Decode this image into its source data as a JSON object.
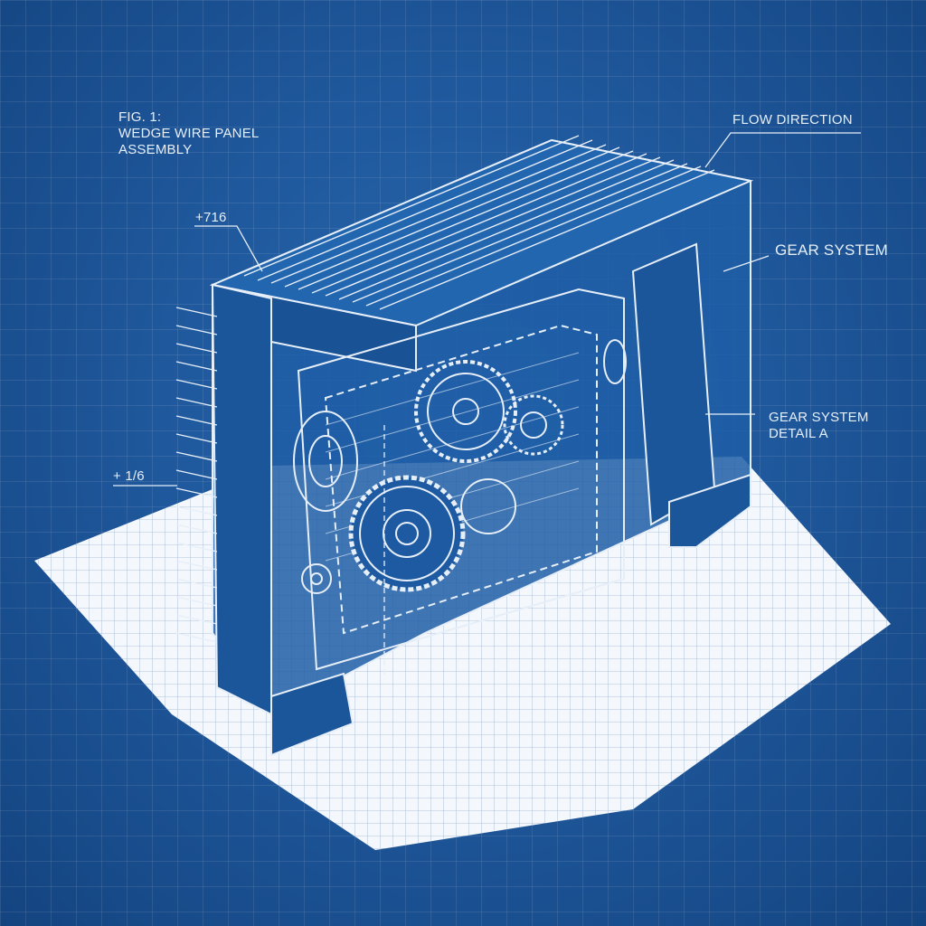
{
  "figure": {
    "title_line1": "FIG. 1:",
    "title_line2": "WEDGE WIRE PANEL",
    "title_line3": "ASSEMBLY"
  },
  "callouts": {
    "flow_direction": "FLOW DIRECTION",
    "gear_system": "GEAR SYSTEM",
    "gear_detail_line1": "GEAR SYSTEM",
    "gear_detail_line2": "DETAIL A",
    "dimension_top": "+716",
    "dimension_left": "+ 1/6"
  },
  "colors": {
    "background": "#1d5598",
    "line": "#e6eef8",
    "paper": "#f4f7fb"
  }
}
